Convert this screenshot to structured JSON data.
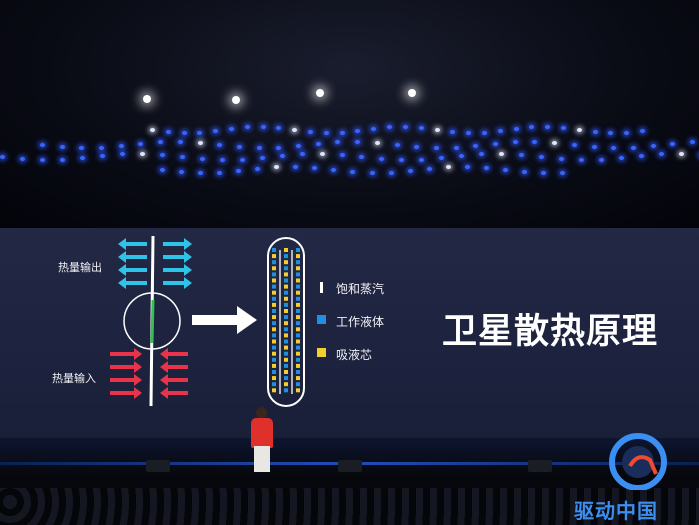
{
  "slide": {
    "heat_output_label": "热量输出",
    "heat_input_label": "热量输入",
    "title": "卫星散热原理",
    "legend": [
      {
        "label": "饱和蒸汽",
        "swatch": "vapor-line",
        "color": "#ffffff"
      },
      {
        "label": "工作液体",
        "swatch": "blue-square",
        "color": "#1f8fe0"
      },
      {
        "label": "吸液芯",
        "swatch": "yellow-square",
        "color": "#f2cf2e"
      }
    ],
    "colors": {
      "output_arrows": "#2fc3e8",
      "input_arrows": "#e8334a",
      "circle_line": "#33c24d"
    }
  },
  "watermark": {
    "text": "驱动中国"
  }
}
